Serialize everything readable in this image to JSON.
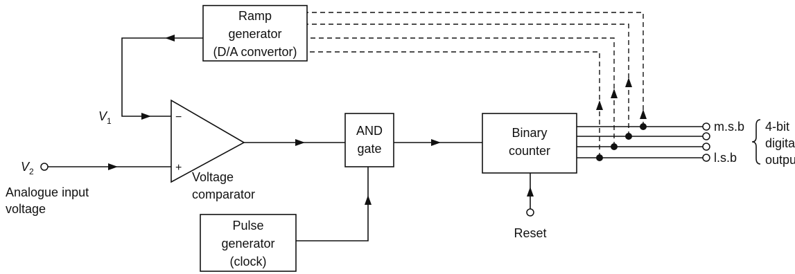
{
  "blocks": {
    "ramp_generator": [
      "Ramp",
      "generator",
      "(D/A convertor)"
    ],
    "and_gate": [
      "AND",
      "gate"
    ],
    "binary_counter": [
      "Binary",
      "counter"
    ],
    "pulse_generator": [
      "Pulse",
      "generator",
      "(clock)"
    ]
  },
  "comparator": {
    "minus_sign": "−",
    "plus_sign": "+",
    "label": [
      "Voltage",
      "comparator"
    ]
  },
  "inputs": {
    "v1_main": "V",
    "v1_sub": "1",
    "v2_main": "V",
    "v2_sub": "2",
    "analogue_label": [
      "Analogue input",
      "voltage"
    ]
  },
  "reset_label": "Reset",
  "outputs": {
    "msb": "m.s.b",
    "lsb": "l.s.b",
    "group_label": [
      "4-bit",
      "digital",
      "output"
    ]
  }
}
